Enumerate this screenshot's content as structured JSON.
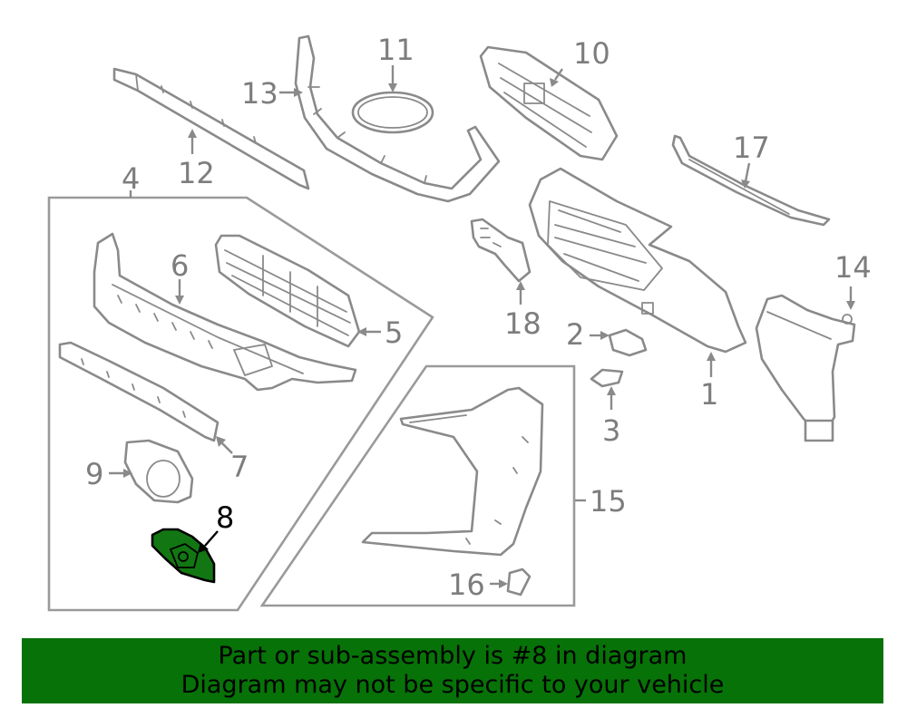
{
  "diagram": {
    "callouts": [
      {
        "id": "1",
        "text": "1"
      },
      {
        "id": "2",
        "text": "2"
      },
      {
        "id": "3",
        "text": "3"
      },
      {
        "id": "4",
        "text": "4"
      },
      {
        "id": "5",
        "text": "5"
      },
      {
        "id": "6",
        "text": "6"
      },
      {
        "id": "7",
        "text": "7"
      },
      {
        "id": "8",
        "text": "8",
        "highlighted": true
      },
      {
        "id": "9",
        "text": "9"
      },
      {
        "id": "10",
        "text": "10"
      },
      {
        "id": "11",
        "text": "11"
      },
      {
        "id": "12",
        "text": "12"
      },
      {
        "id": "13",
        "text": "13"
      },
      {
        "id": "14",
        "text": "14"
      },
      {
        "id": "15",
        "text": "15"
      },
      {
        "id": "16",
        "text": "16"
      },
      {
        "id": "17",
        "text": "17"
      },
      {
        "id": "18",
        "text": "18"
      }
    ],
    "highlight_color": "#127712",
    "line_color": "#8a8a8a"
  },
  "banner": {
    "line1": "Part or sub-assembly is #8 in diagram",
    "line2": "Diagram may not be specific to your vehicle",
    "background": "#077207"
  }
}
